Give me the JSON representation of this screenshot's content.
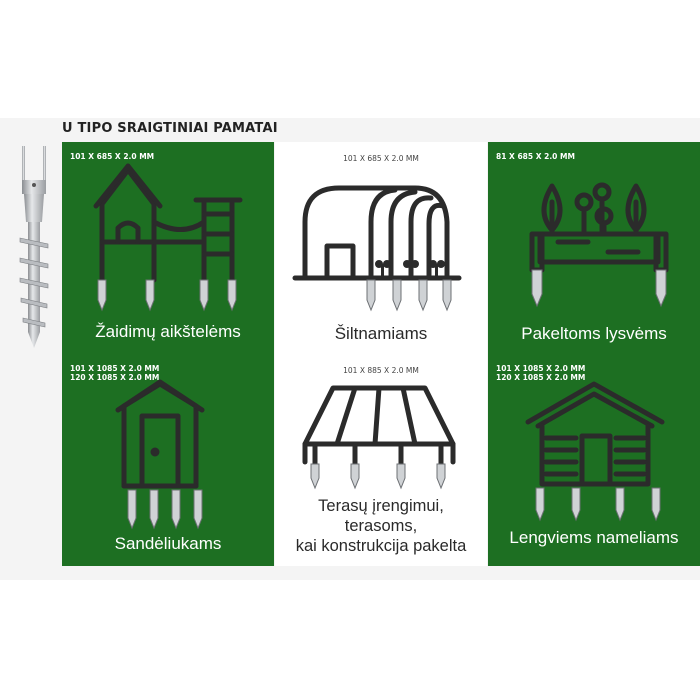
{
  "title": "U TIPO SRAIGTINIAI PAMATAI",
  "panels": [
    {
      "id": "p1",
      "theme": "green",
      "specs": [
        "101 X 685 X 2.0 MM"
      ],
      "caption": [
        "Žaidimų aikštelėms"
      ],
      "icon": "playground-icon"
    },
    {
      "id": "p2",
      "theme": "white",
      "specs": [
        "101 X 685 X 2.0 MM"
      ],
      "caption": [
        "Šiltnamiams"
      ],
      "icon": "greenhouse-icon"
    },
    {
      "id": "p3",
      "theme": "green",
      "specs": [
        "81 X 685 X 2.0 MM"
      ],
      "caption": [
        "Pakeltoms lysvėms"
      ],
      "icon": "raised-bed-icon"
    },
    {
      "id": "p4",
      "theme": "green",
      "specs": [
        "101 X 1085 X 2.0 MM",
        "120 X 1085 X 2.0 MM"
      ],
      "caption": [
        "Sandėliukams"
      ],
      "icon": "shed-icon"
    },
    {
      "id": "p5",
      "theme": "white",
      "specs": [
        "101 X 885 X 2.0 MM"
      ],
      "caption": [
        "Terasų įrengimui,",
        "terasoms,",
        "kai konstrukcija pakelta"
      ],
      "icon": "terrace-icon"
    },
    {
      "id": "p6",
      "theme": "green",
      "specs": [
        "101 X 1085 X 2.0 MM",
        "120 X 1085 X 2.0 MM"
      ],
      "caption": [
        "Lengviems nameliams"
      ],
      "icon": "cabin-icon"
    }
  ],
  "colors": {
    "green": "#1d6f22",
    "icon": "#2b2b2b"
  }
}
